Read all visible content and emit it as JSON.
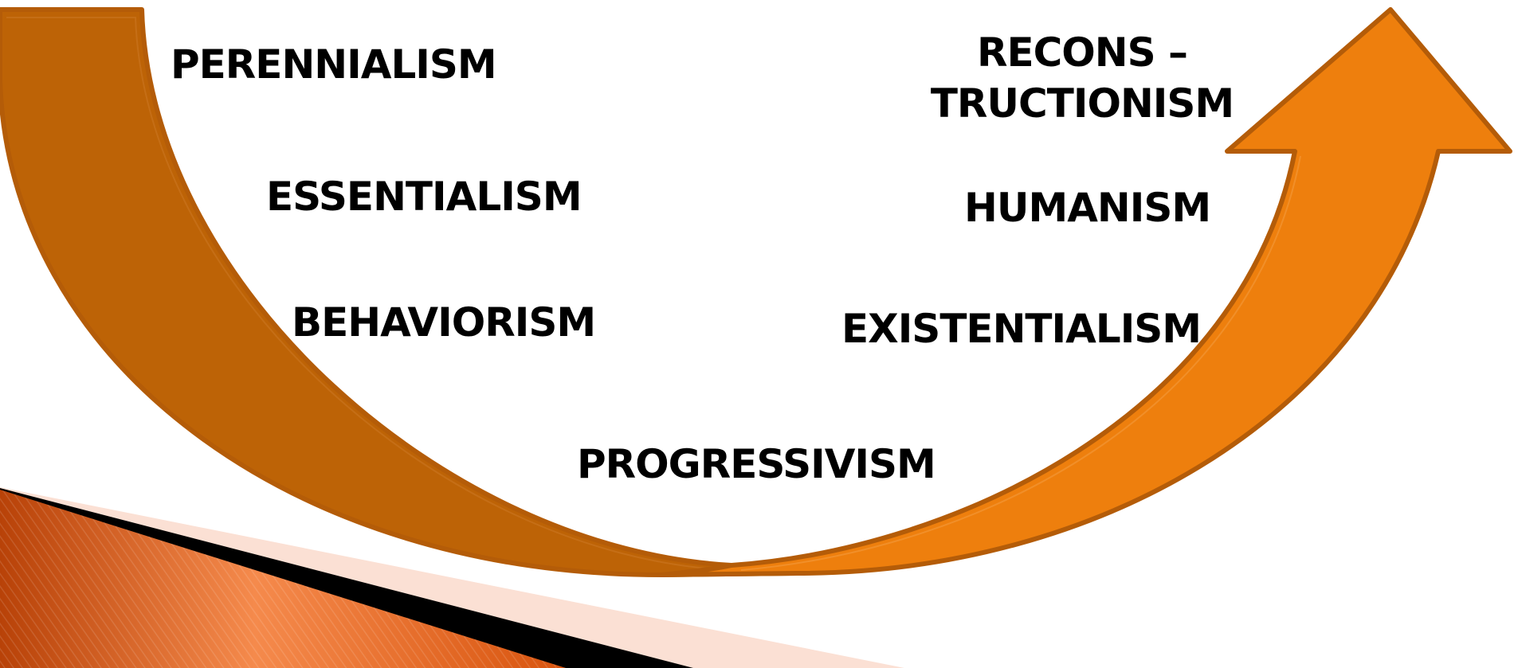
{
  "diagram": {
    "type": "u-shaped-arrow",
    "colors": {
      "left_arm": "#bd6306",
      "right_arm": "#ee7f0d",
      "outline": "#b45c08",
      "corner_orange": "#e06a18",
      "corner_light": "#fbe0d4",
      "corner_dark": "#000000"
    },
    "labels": {
      "perennialism": "PERENNIALISM",
      "essentialism": "ESSENTIALISM",
      "behaviorism": "BEHAVIORISM",
      "progressivism": "PROGRESSIVISM",
      "existentialism": "EXISTENTIALISM",
      "humanism": "HUMANISM",
      "reconstructionism_line1": "RECONS –",
      "reconstructionism_line2": "TRUCTIONISM"
    }
  }
}
